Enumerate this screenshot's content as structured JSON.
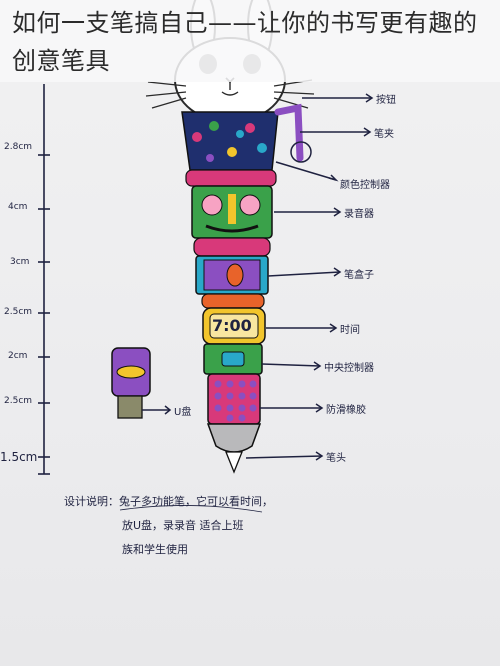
{
  "title": "如何一支笔搞自己——让你的书写更有趣的创意笔具",
  "colors": {
    "ink": "#1f2240",
    "navy_band": "#1f2f6e",
    "magenta": "#d8397a",
    "green": "#3aa14a",
    "purple": "#8b4fc1",
    "cyan": "#29a8c9",
    "yellow": "#f2c52c",
    "orange": "#e8632a"
  },
  "ruler": {
    "ticks": [
      "2.8cm",
      "4cm",
      "3cm",
      "2.5cm",
      "2cm",
      "2.5cm",
      "1.5cm"
    ]
  },
  "labels": {
    "button": "按钮",
    "clip": "笔夹",
    "color_control": "颜色控制器",
    "speaker": "录音器",
    "pen_cap_box": "笔盒子",
    "time": "时间",
    "center_control": "中央控制器",
    "antislip": "防滑橡胶",
    "pen_tip": "笔头",
    "usb": "U盘"
  },
  "clock": {
    "time": "7:00"
  },
  "notes": {
    "line1": "设计说明：兔子多功能笔，它可以看时间，",
    "line2": "放U盘，录录音 适合上班",
    "line3": "族和学生使用"
  },
  "icons": [
    "bunny-head-icon",
    "usb-drive-icon",
    "arrow-icon"
  ]
}
